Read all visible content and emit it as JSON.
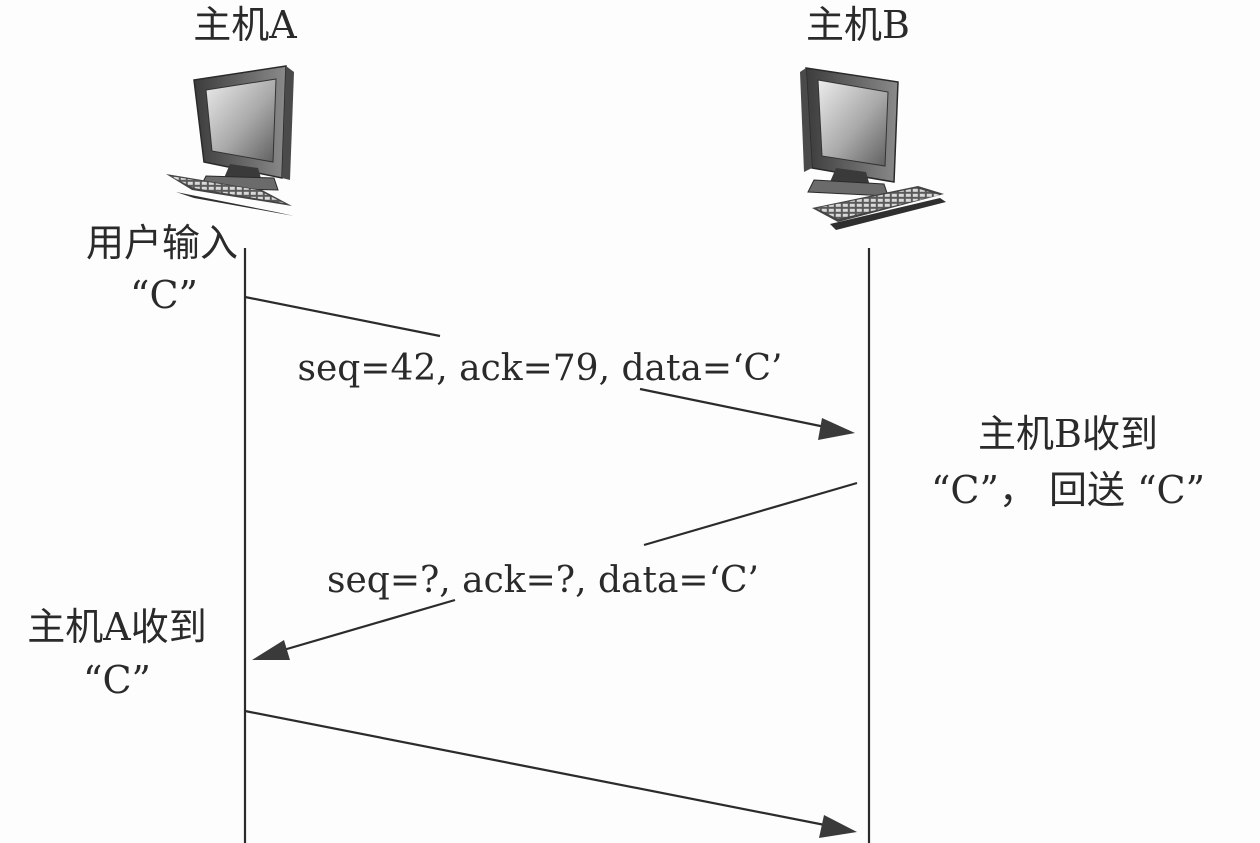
{
  "hosts": {
    "a": {
      "title": "主机A",
      "icon": "desktop-computer-icon"
    },
    "b": {
      "title": "主机B",
      "icon": "desktop-computer-icon"
    }
  },
  "events": {
    "a_input_line1": "用户输入",
    "a_input_line2": "“C”",
    "b_receive_line1": "主机B收到",
    "b_receive_line2": "“C”， 回送 “C”",
    "a_receive_line1": "主机A收到",
    "a_receive_line2": "“C”"
  },
  "messages": [
    {
      "from": "a",
      "to": "b",
      "label": "seq=42, ack=79, data=‘C’"
    },
    {
      "from": "b",
      "to": "a",
      "label": "seq=?, ack=?, data=‘C’"
    },
    {
      "from": "a",
      "to": "b",
      "label": ""
    }
  ],
  "colors": {
    "ink": "#2b2b2b",
    "background": "#fdfdfd"
  }
}
